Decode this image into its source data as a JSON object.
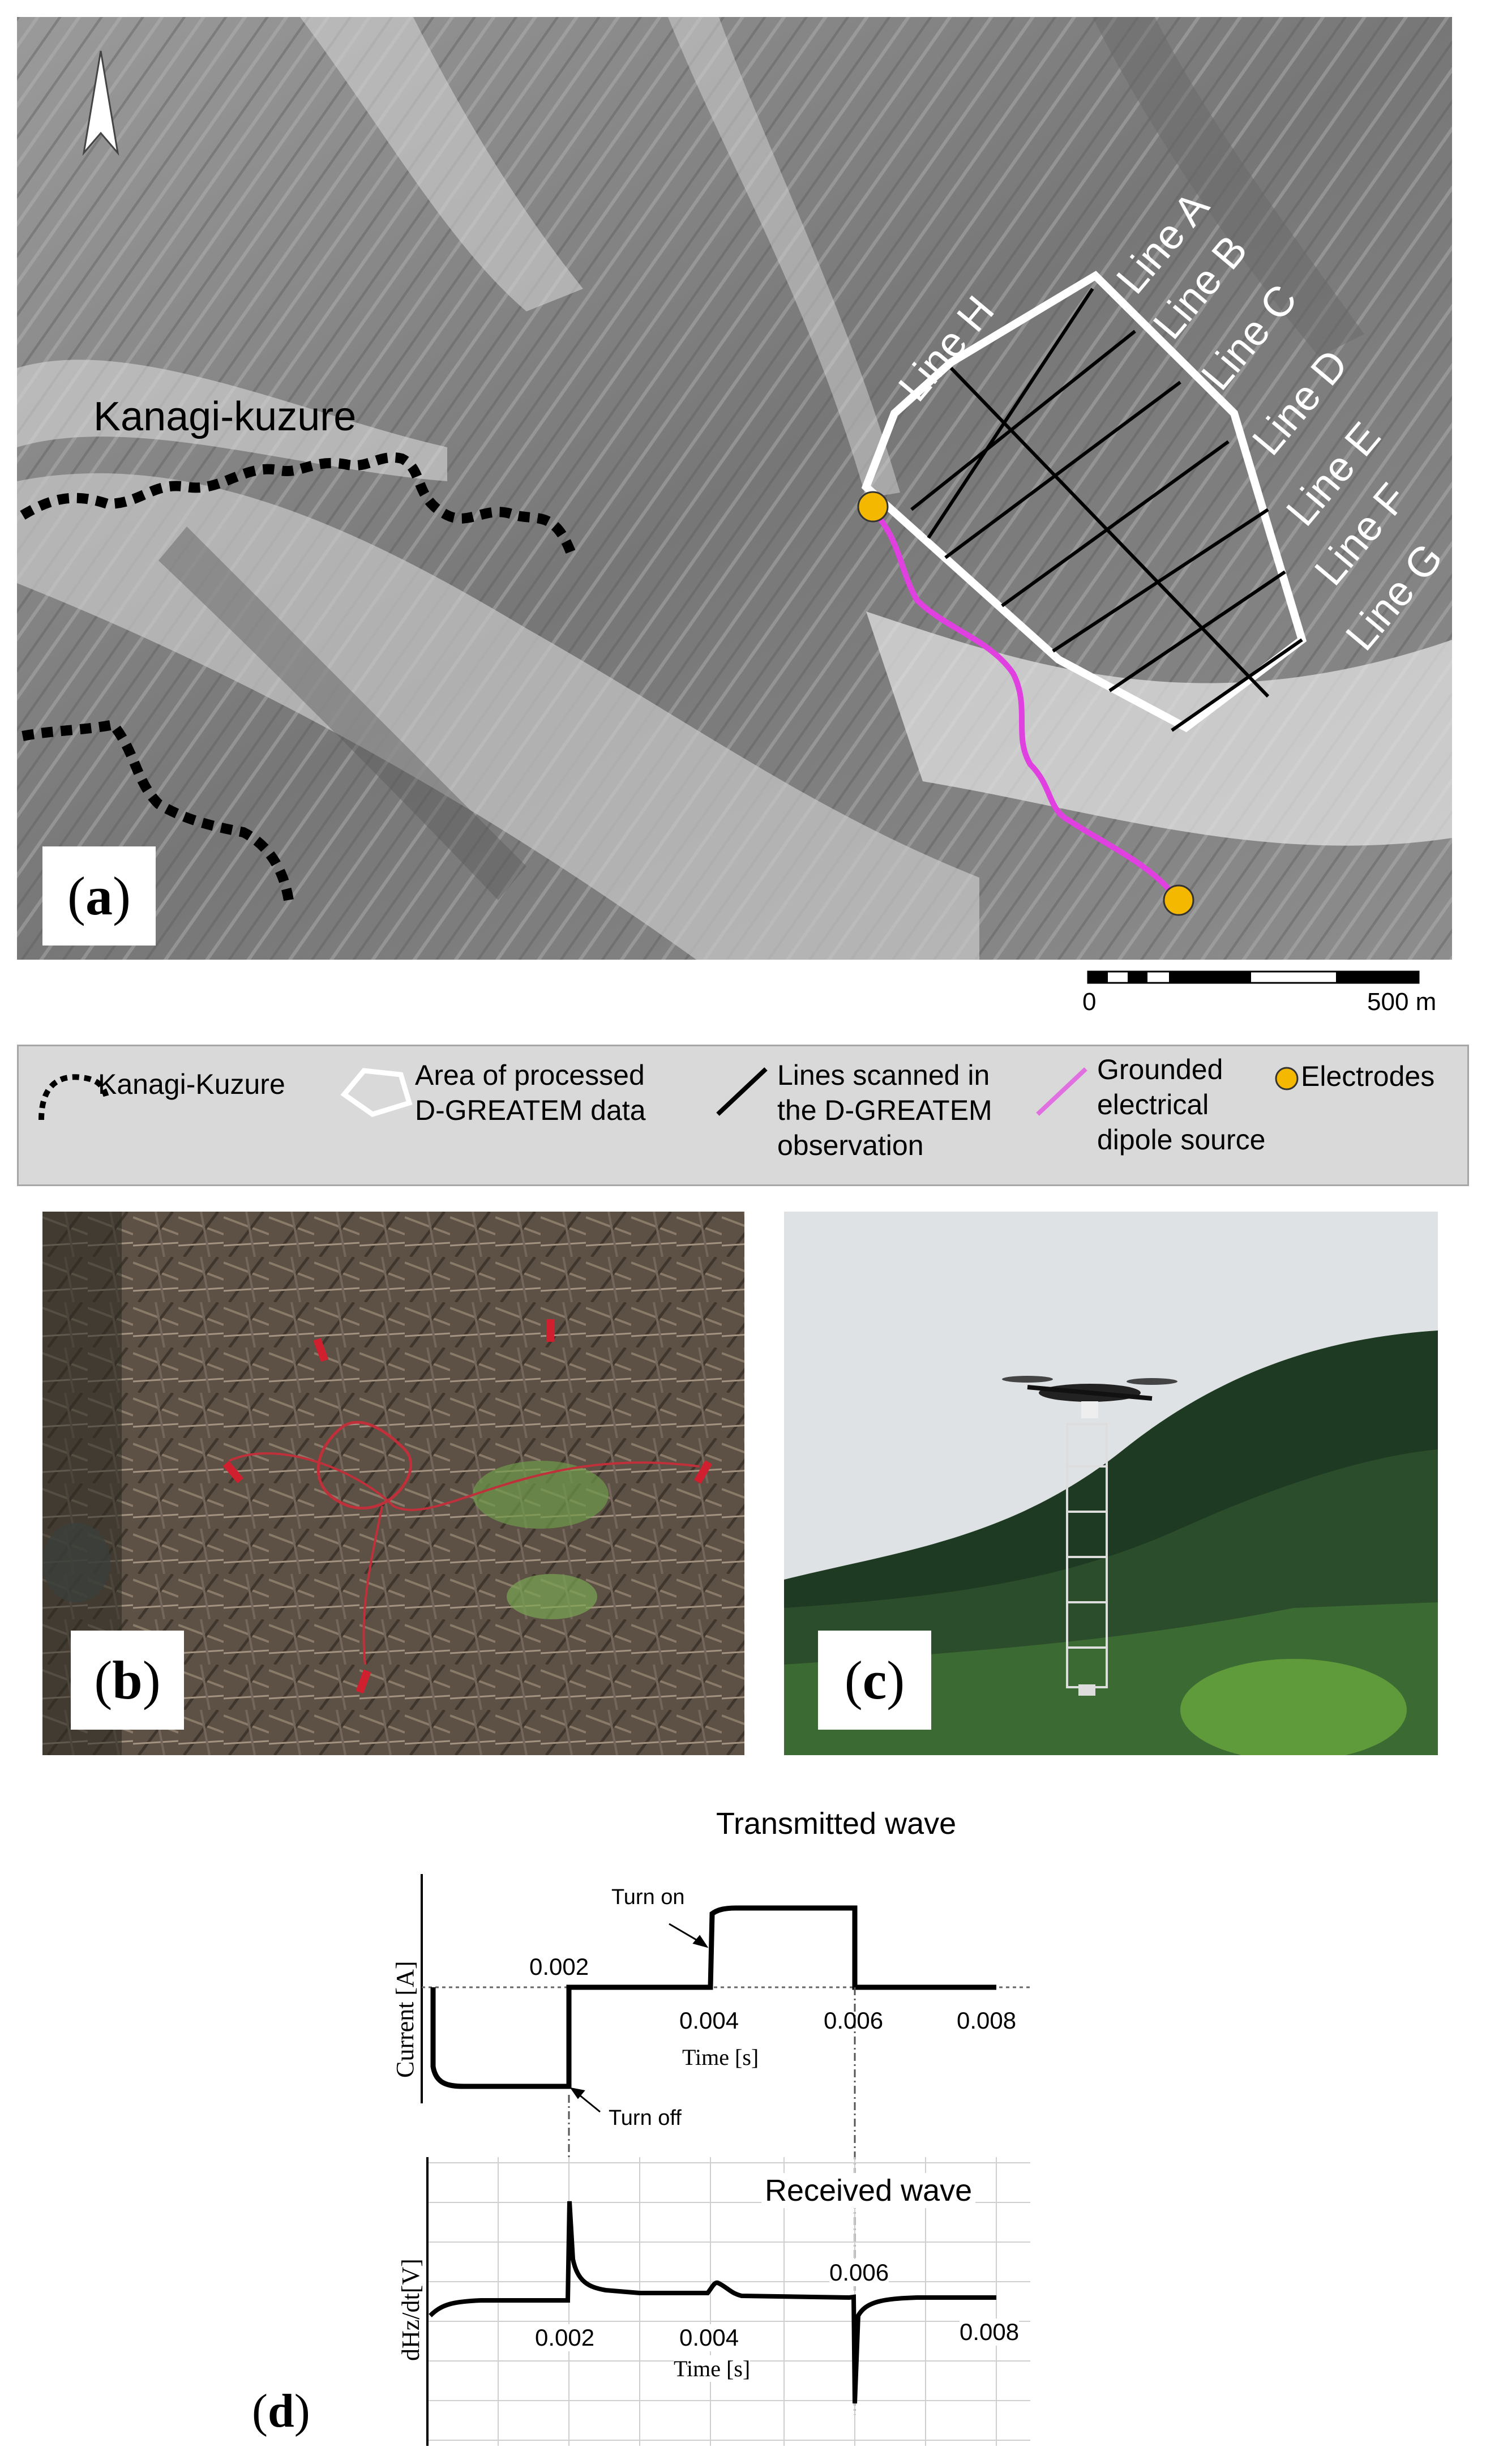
{
  "panel_a": {
    "letter": "a",
    "area_name": "Kanagi-kuzure",
    "lines": [
      "Line A",
      "Line B",
      "Line C",
      "Line D",
      "Line E",
      "Line F",
      "Line G",
      "Line H"
    ],
    "scale": {
      "start": "0",
      "end": "500 m"
    },
    "north_arrow_icon": "north-arrow-icon"
  },
  "legend": {
    "kanagi": "Kanagi-Kuzure",
    "area": [
      "Area of processed",
      "D-GREATEM data"
    ],
    "lines": [
      "Lines scanned in",
      "the D-GREATEM",
      "observation"
    ],
    "source": [
      "Grounded",
      "electrical",
      "dipole source"
    ],
    "electrodes": "Electrodes",
    "colors": {
      "source": "#e040e0",
      "electrode": "#f5b800",
      "legend_bg": "#d9d9d9"
    }
  },
  "panel_b": {
    "letter": "b"
  },
  "panel_c": {
    "letter": "c"
  },
  "panel_d": {
    "letter": "d",
    "transmitted_title": "Transmitted wave",
    "received_title": "Received wave",
    "turn_on": "Turn on",
    "turn_off": "Turn off",
    "ylabel_top": "Current [A]",
    "ylabel_bottom": "dHz/dt[V]",
    "xlabel": "Time [s]",
    "ticks_top": [
      "0.002",
      "0.004",
      "0.006",
      "0.008"
    ],
    "ticks_bottom": [
      "0.002",
      "0.004",
      "0.006",
      "0.008"
    ]
  }
}
